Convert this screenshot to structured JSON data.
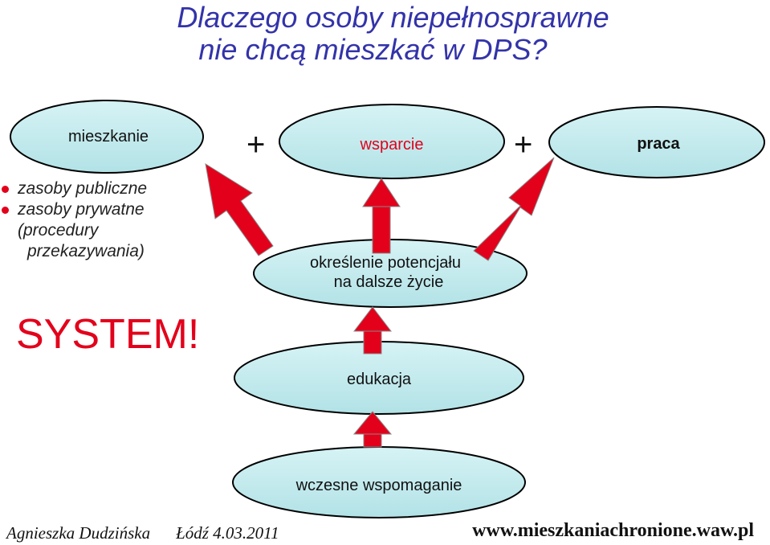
{
  "title": {
    "line1": "Dlaczego osoby niepełnosprawne",
    "line2": "nie chcą mieszkać w DPS?"
  },
  "nodes": {
    "mieszkanie": "mieszkanie",
    "wsparcie": "wsparcie",
    "praca": "praca",
    "potencjal_line1": "określenie potencjału",
    "potencjal_line2": "na dalsze życie",
    "edukacja": "edukacja",
    "wczesne": "wczesne wspomaganie"
  },
  "plus_sign": "+",
  "bullets": [
    {
      "text": "zasoby publiczne"
    },
    {
      "text": "zasoby prywatne"
    },
    {
      "text": "(procedury"
    },
    {
      "text": "przekazywania)"
    }
  ],
  "system_label": "SYSTEM!",
  "footer": {
    "author": "Agnieszka Dudzińska",
    "date": "Łódź  4.03.2011",
    "url": "www.mieszkaniachronione.waw.pl"
  },
  "colors": {
    "oval_fill": "#bfe9ec",
    "arrow": "#e3001b",
    "title": "#3333aa"
  }
}
